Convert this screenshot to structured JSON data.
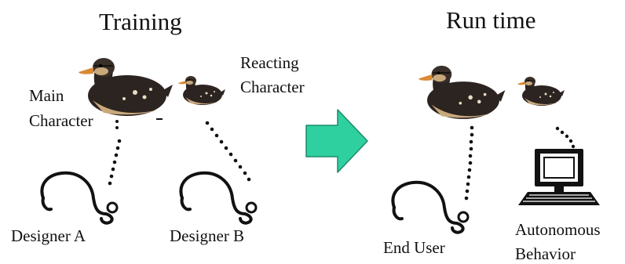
{
  "headings": {
    "training": "Training",
    "runtime": "Run time"
  },
  "labels": {
    "main_character": [
      "Main",
      "Character"
    ],
    "reacting_character": [
      "Reacting",
      "Character"
    ],
    "designer_a": "Designer A",
    "designer_b": "Designer B",
    "end_user": "End User",
    "autonomous_behavior": [
      "Autonomous",
      "Behavior"
    ]
  },
  "colors": {
    "arrow": "#2fd0a0",
    "arrow_outline": "#1b8a68",
    "ink": "#111111",
    "duck_body": "#2c2420",
    "duck_belly": "#c9a97c",
    "duck_bill": "#d98a36"
  },
  "icons": [
    "duck-icon",
    "person-head-icon",
    "computer-icon",
    "arrow-right-icon"
  ]
}
